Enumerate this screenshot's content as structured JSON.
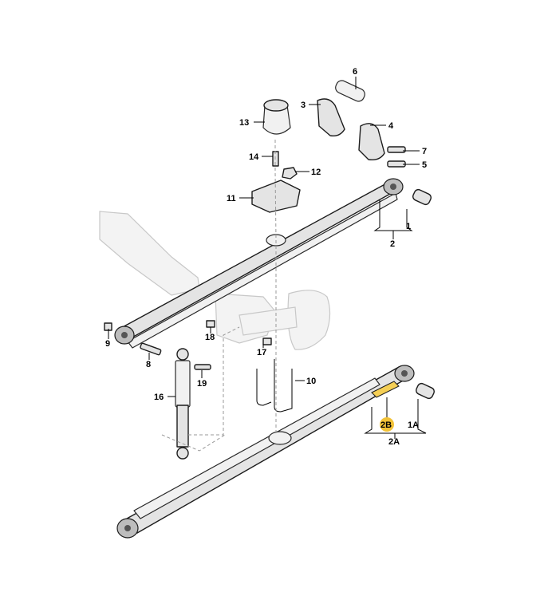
{
  "callouts": [
    {
      "id": "c1",
      "label": "1",
      "highlight": false
    },
    {
      "id": "c2",
      "label": "2",
      "highlight": false
    },
    {
      "id": "c3",
      "label": "3",
      "highlight": false
    },
    {
      "id": "c4",
      "label": "4",
      "highlight": false
    },
    {
      "id": "c5",
      "label": "5",
      "highlight": false
    },
    {
      "id": "c6",
      "label": "6",
      "highlight": false
    },
    {
      "id": "c7",
      "label": "7",
      "highlight": false
    },
    {
      "id": "c8",
      "label": "8",
      "highlight": false
    },
    {
      "id": "c9",
      "label": "9",
      "highlight": false
    },
    {
      "id": "c10",
      "label": "10",
      "highlight": false
    },
    {
      "id": "c11",
      "label": "11",
      "highlight": false
    },
    {
      "id": "c12",
      "label": "12",
      "highlight": false
    },
    {
      "id": "c13",
      "label": "13",
      "highlight": false
    },
    {
      "id": "c14",
      "label": "14",
      "highlight": false
    },
    {
      "id": "c16",
      "label": "16",
      "highlight": false
    },
    {
      "id": "c17",
      "label": "17",
      "highlight": false
    },
    {
      "id": "c18",
      "label": "18",
      "highlight": false
    },
    {
      "id": "c19",
      "label": "19",
      "highlight": false
    },
    {
      "id": "c1A",
      "label": "1A",
      "highlight": false
    },
    {
      "id": "c2A",
      "label": "2A",
      "highlight": false
    },
    {
      "id": "c2B",
      "label": "2B",
      "highlight": true
    }
  ],
  "colors": {
    "highlight": "#f2c237",
    "highlight_part": "#f5cf55",
    "line": "#000000"
  }
}
